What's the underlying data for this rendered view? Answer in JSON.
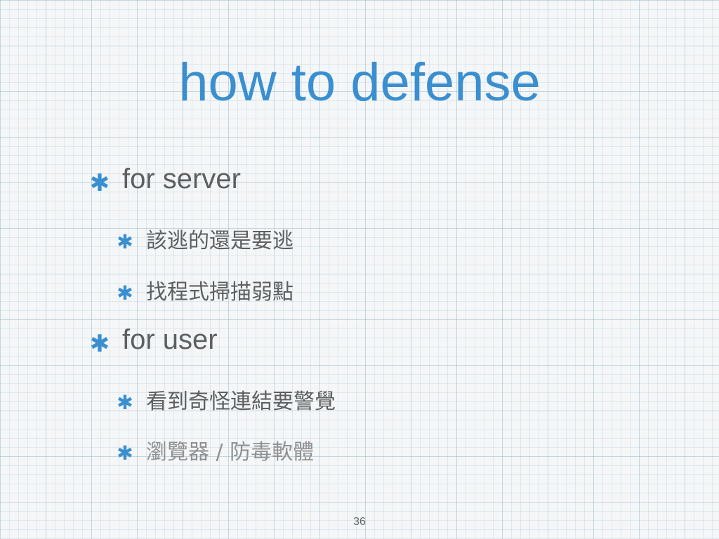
{
  "slide": {
    "title": "how to defense",
    "bullets": [
      {
        "label": "for server"
      },
      {
        "label": "該逃的還是要逃"
      },
      {
        "label": "找程式掃描弱點"
      },
      {
        "label": "for user"
      },
      {
        "label": "看到奇怪連結要警覺"
      },
      {
        "label": "瀏覽器 / 防毒軟體"
      }
    ],
    "bullet_symbol": "✱",
    "page_number": "36"
  },
  "colors": {
    "title": "#3a8fd0",
    "bullet_symbol": "#3a8fd0",
    "text": "#5d5f61",
    "muted_text": "#8e9092"
  }
}
